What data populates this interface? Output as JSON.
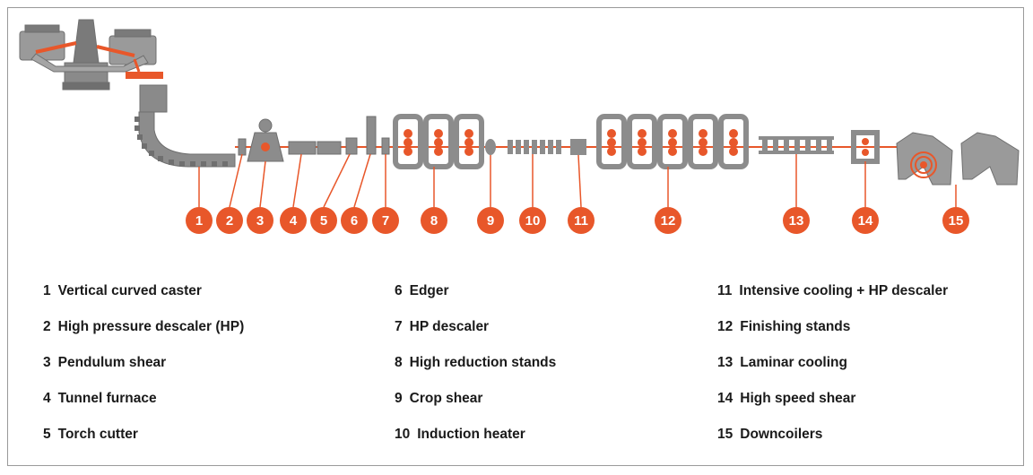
{
  "legend": [
    {
      "num": "1",
      "label": "Vertical curved caster"
    },
    {
      "num": "2",
      "label": "High pressure descaler (HP)"
    },
    {
      "num": "3",
      "label": "Pendulum shear"
    },
    {
      "num": "4",
      "label": "Tunnel furnace"
    },
    {
      "num": "5",
      "label": "Torch cutter"
    },
    {
      "num": "6",
      "label": "Edger"
    },
    {
      "num": "7",
      "label": "HP descaler"
    },
    {
      "num": "8",
      "label": "High reduction stands"
    },
    {
      "num": "9",
      "label": "Crop shear"
    },
    {
      "num": "10",
      "label": "Induction heater"
    },
    {
      "num": "11",
      "label": "Intensive cooling + HP descaler"
    },
    {
      "num": "12",
      "label": "Finishing stands"
    },
    {
      "num": "13",
      "label": "Laminar cooling"
    },
    {
      "num": "14",
      "label": "High speed shear"
    },
    {
      "num": "15",
      "label": "Downcoilers"
    }
  ],
  "badges": [
    "1",
    "2",
    "3",
    "4",
    "5",
    "6",
    "7",
    "8",
    "9",
    "10",
    "11",
    "12",
    "13",
    "14",
    "15"
  ],
  "colors": {
    "accent": "#e8572a",
    "equipment": "#8c8c8c",
    "equipment_dark": "#6f6f6f",
    "line": "#e8572a"
  }
}
